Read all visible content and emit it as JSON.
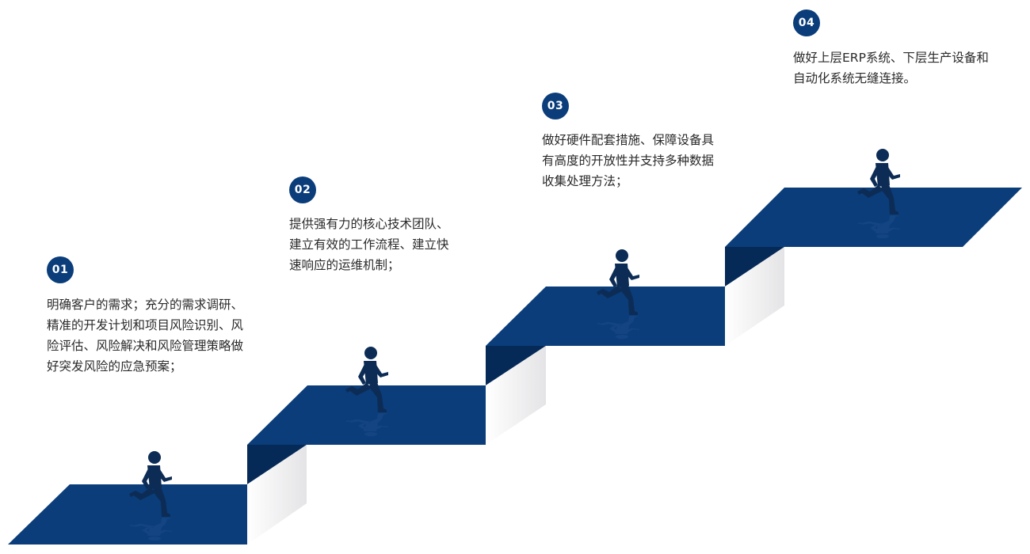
{
  "colors": {
    "step_top": "#0a3d7a",
    "step_dark": "#062a57",
    "riser_light": "#ececee",
    "badge": "#0a3d7a",
    "text": "#2a2a2a"
  },
  "steps": [
    {
      "number": "01",
      "text": "明确客户的需求；充分的需求调研、\n精准的开发计划和项目风险识别、风\n险评估、风险解决和风险管理策略做\n好突发风险的应急预案；"
    },
    {
      "number": "02",
      "text": "提供强有力的核心技术团队、\n建立有效的工作流程、建立快\n速响应的运维机制；"
    },
    {
      "number": "03",
      "text": "做好硬件配套措施、保障设备具\n有高度的开放性并支持多种数据\n收集处理方法；"
    },
    {
      "number": "04",
      "text": "做好上层ERP系统、下层生产设备和\n自动化系统无缝连接。"
    }
  ],
  "icons": {
    "runner": "running-person-icon"
  }
}
